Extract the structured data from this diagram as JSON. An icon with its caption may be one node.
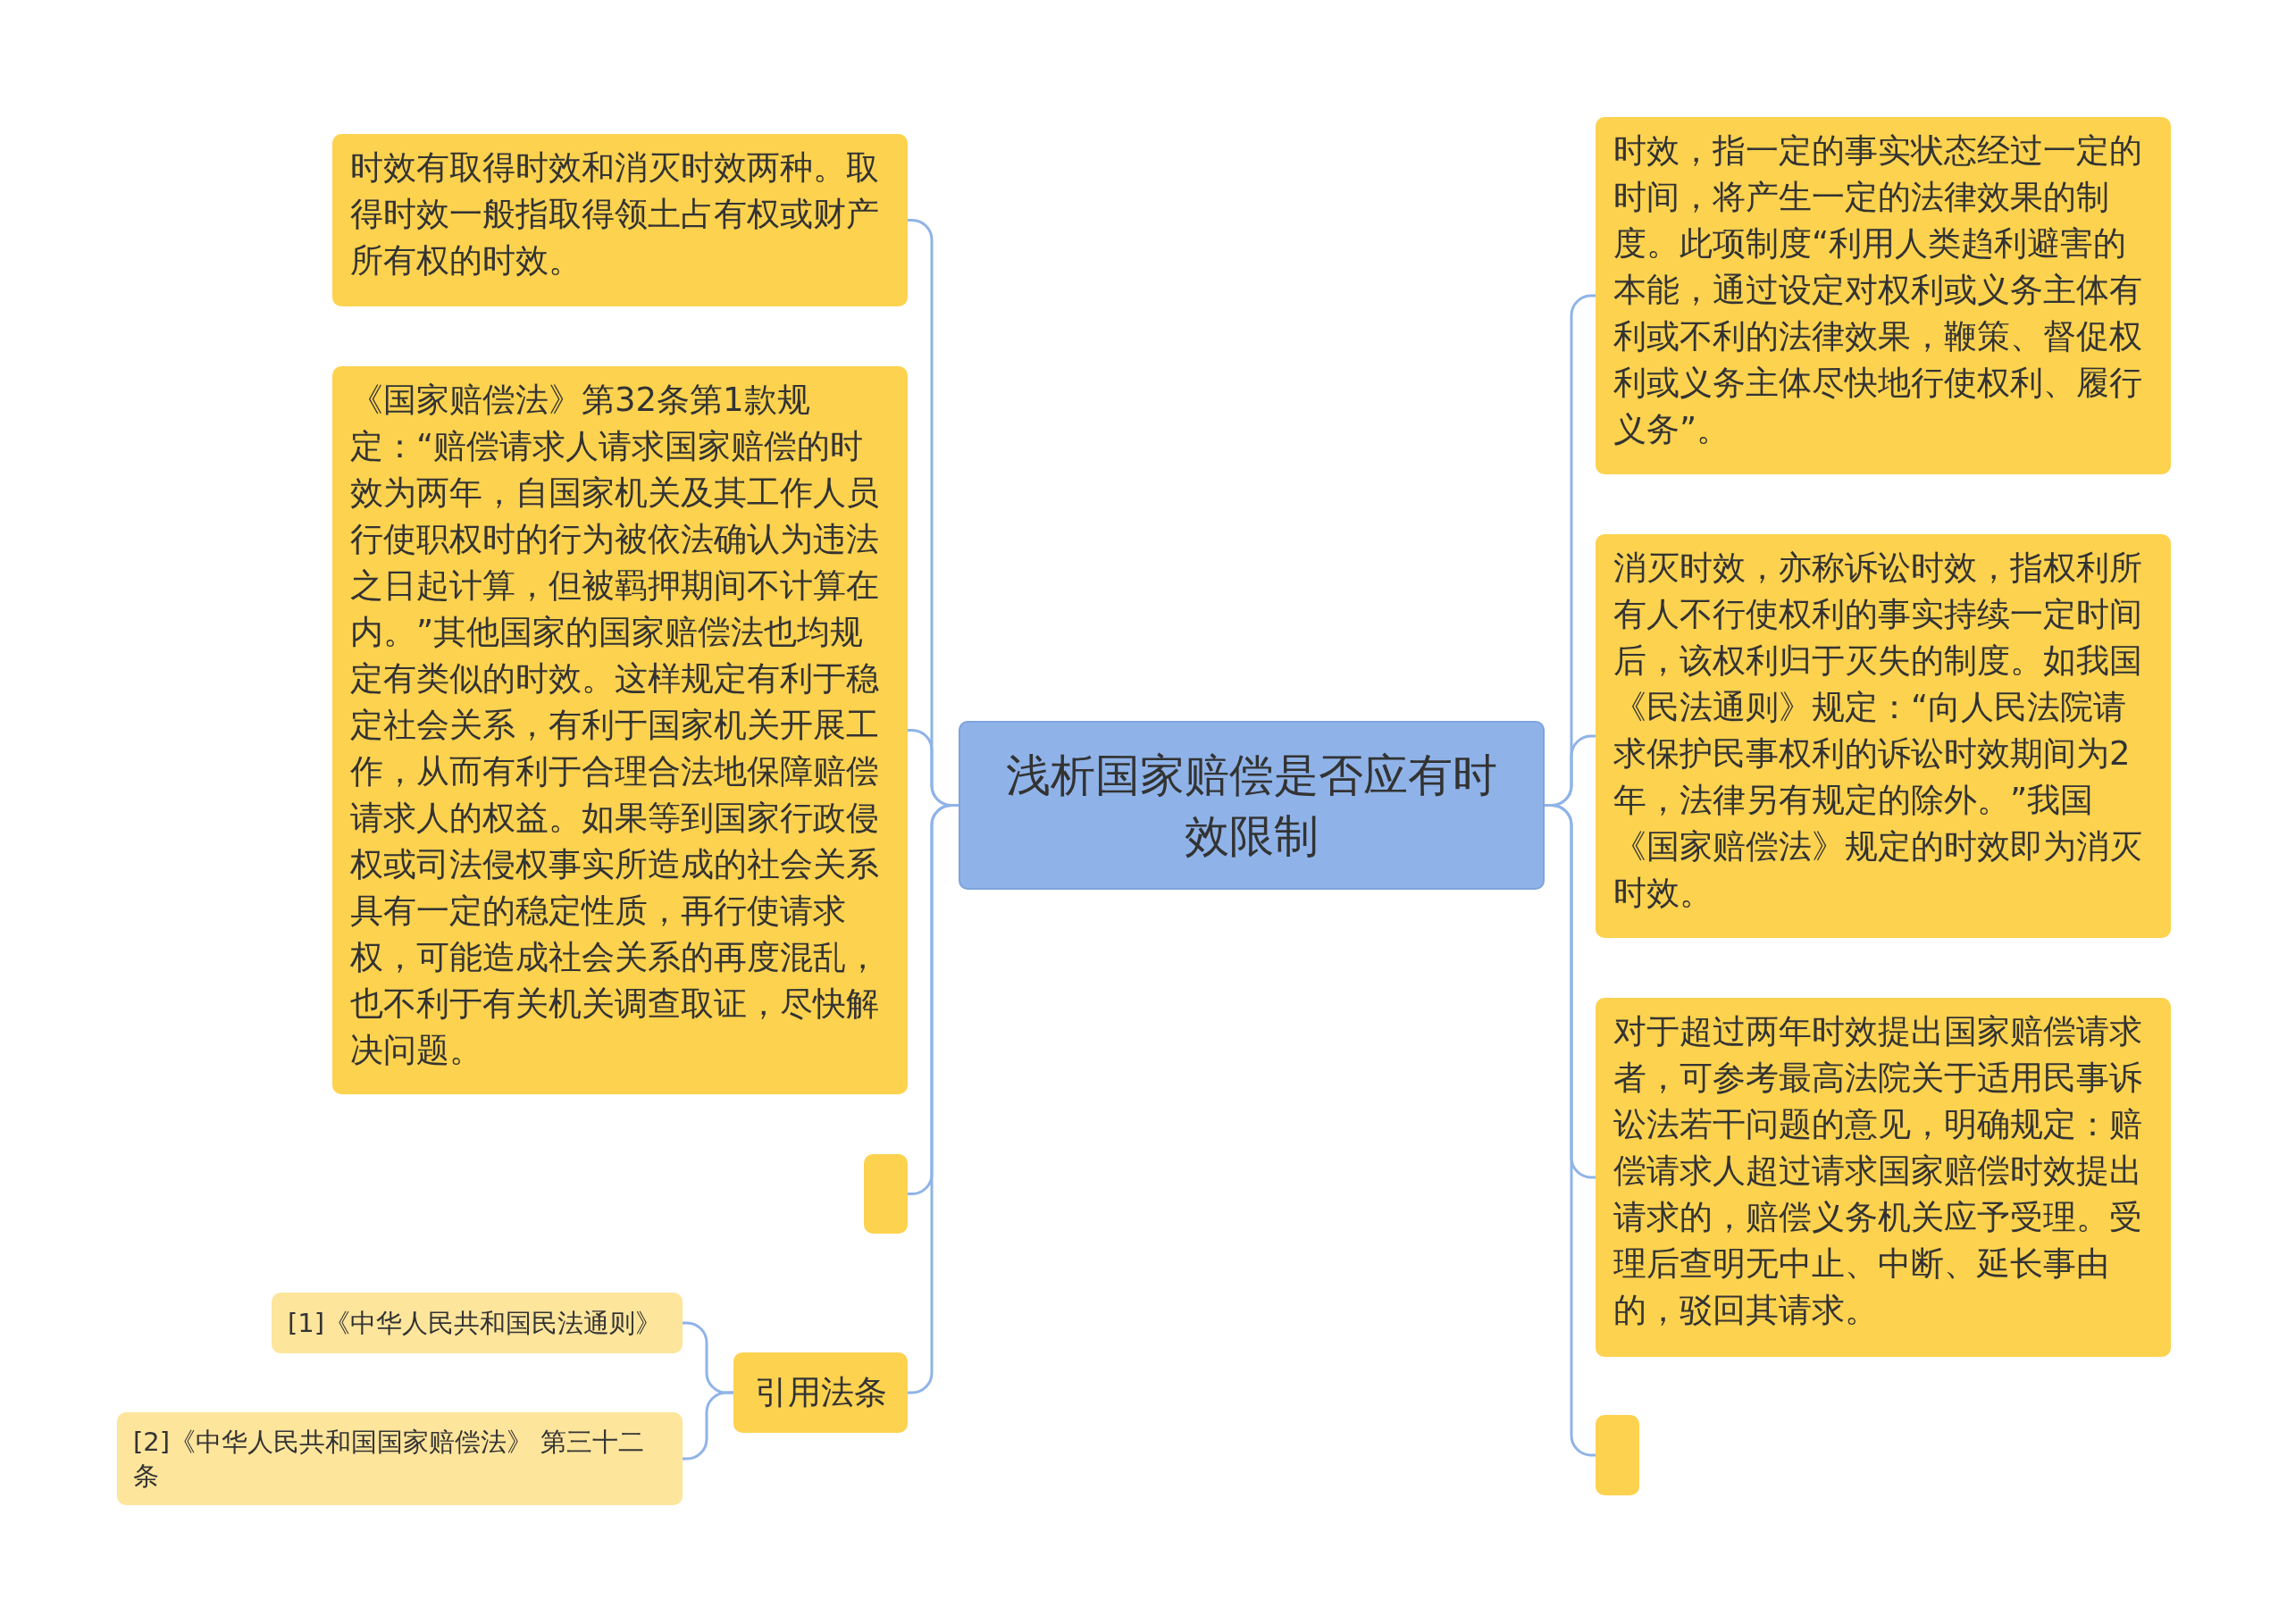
{
  "diagram": {
    "nodes": [
      {
        "text": [
          "浅析国家赔偿是否应有时效限制"
        ]
      },
      {
        "text": [
          "时效有取得时效和消灭时效两种。取得时效一般指取得领土占有权或财产所有权的时效。"
        ]
      },
      {
        "text": [
          "《国家赔偿法》第32条第1款规定：“赔偿请求人请求国家赔偿的时效为两年，自国家机关及其工作人员行使职权时的行为被依法确认为违法之日起计算，但被羁押期间不计算在内。”其他国家的国家赔偿法也均规定有类似的时效。这样规定有利于稳定社会关系，有利于国家机关开展工作，从而有利于合理合法地保障赔偿请求人的权益。如果等到国家行政侵权或司法侵权事实所造成的社会关系具有一定的稳定性质，再行使请求权，可能造成社会关系的再度混乱，也不利于有关机关调查取证，尽快解决问题。"
        ]
      },
      {
        "text": [],
        "shape": "box"
      },
      {
        "text": [
          "引用法条"
        ]
      },
      {
        "text": [
          "[1]《中华人民共和国民法通则》"
        ]
      },
      {
        "text": [
          "[2]《中华人民共和国国家赔偿法》 第三十二条"
        ]
      },
      {
        "text": [
          "时效，指一定的事实状态经过一定的时间，将产生一定的法律效果的制度。此项制度“利用人类趋利避害的本能，通过设定对权利或义务主体有利或不利的法律效果，鞭策、督促权利或义务主体尽快地行使权利、履行义务”。"
        ]
      },
      {
        "text": [
          "消灭时效，亦称诉讼时效，指权利所有人不行使权利的事实持续一定时间后，该权利归于灭失的制度。如我国《民法通则》规定：“向人民法院请求保护民事权利的诉讼时效期间为2年，法律另有规定的除外。”我国《国家赔偿法》规定的时效即为消灭时效。"
        ]
      },
      {
        "text": [
          "对于超过两年时效提出国家赔偿请求者，可参考最高法院关于适用民事诉讼法若干问题的意见，明确规定：赔偿请求人超过请求国家赔偿时效提出请求的，赔偿义务机关应予受理。受理后查明无中止、中断、延长事由的，驳回其请求。"
        ]
      },
      {
        "text": [],
        "shape": "box"
      }
    ],
    "edges": [
      {
        "from": 0,
        "to": 1,
        "arrow": "none"
      },
      {
        "from": 0,
        "to": 2,
        "arrow": "none"
      },
      {
        "from": 0,
        "to": 3,
        "arrow": "none"
      },
      {
        "from": 0,
        "to": 4,
        "arrow": "none"
      },
      {
        "from": 4,
        "to": 5,
        "arrow": "none"
      },
      {
        "from": 4,
        "to": 6,
        "arrow": "none"
      },
      {
        "from": 0,
        "to": 7,
        "arrow": "none"
      },
      {
        "from": 0,
        "to": 8,
        "arrow": "none"
      },
      {
        "from": 0,
        "to": 9,
        "arrow": "none"
      },
      {
        "from": 0,
        "to": 10,
        "arrow": "none"
      }
    ]
  }
}
